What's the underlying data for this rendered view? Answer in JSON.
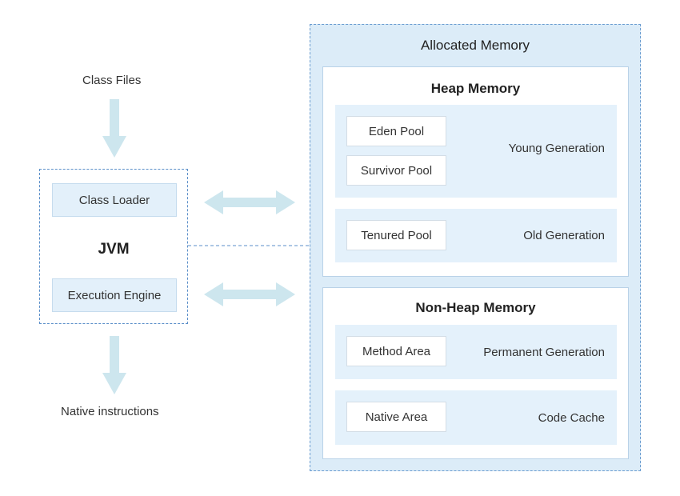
{
  "inputs": {
    "class_files": "Class Files",
    "native_instructions": "Native instructions"
  },
  "jvm": {
    "title": "JVM",
    "class_loader": "Class Loader",
    "execution_engine": "Execution Engine"
  },
  "allocated": {
    "title": "Allocated Memory",
    "heap": {
      "title": "Heap Memory",
      "young_generation": "Young Generation",
      "eden_pool": "Eden Pool",
      "survivor_pool": "Survivor Pool",
      "old_generation": "Old Generation",
      "tenured_pool": "Tenured Pool"
    },
    "non_heap": {
      "title": "Non-Heap Memory",
      "permanent_generation": "Permanent Generation",
      "method_area": "Method Area",
      "code_cache": "Code Cache",
      "native_area": "Native Area"
    }
  },
  "colors": {
    "arrow": "#cde6ee",
    "jvm_border": "#5b8fc9",
    "panel_bg": "#dcecf8",
    "band_bg": "#e4f1fb"
  }
}
